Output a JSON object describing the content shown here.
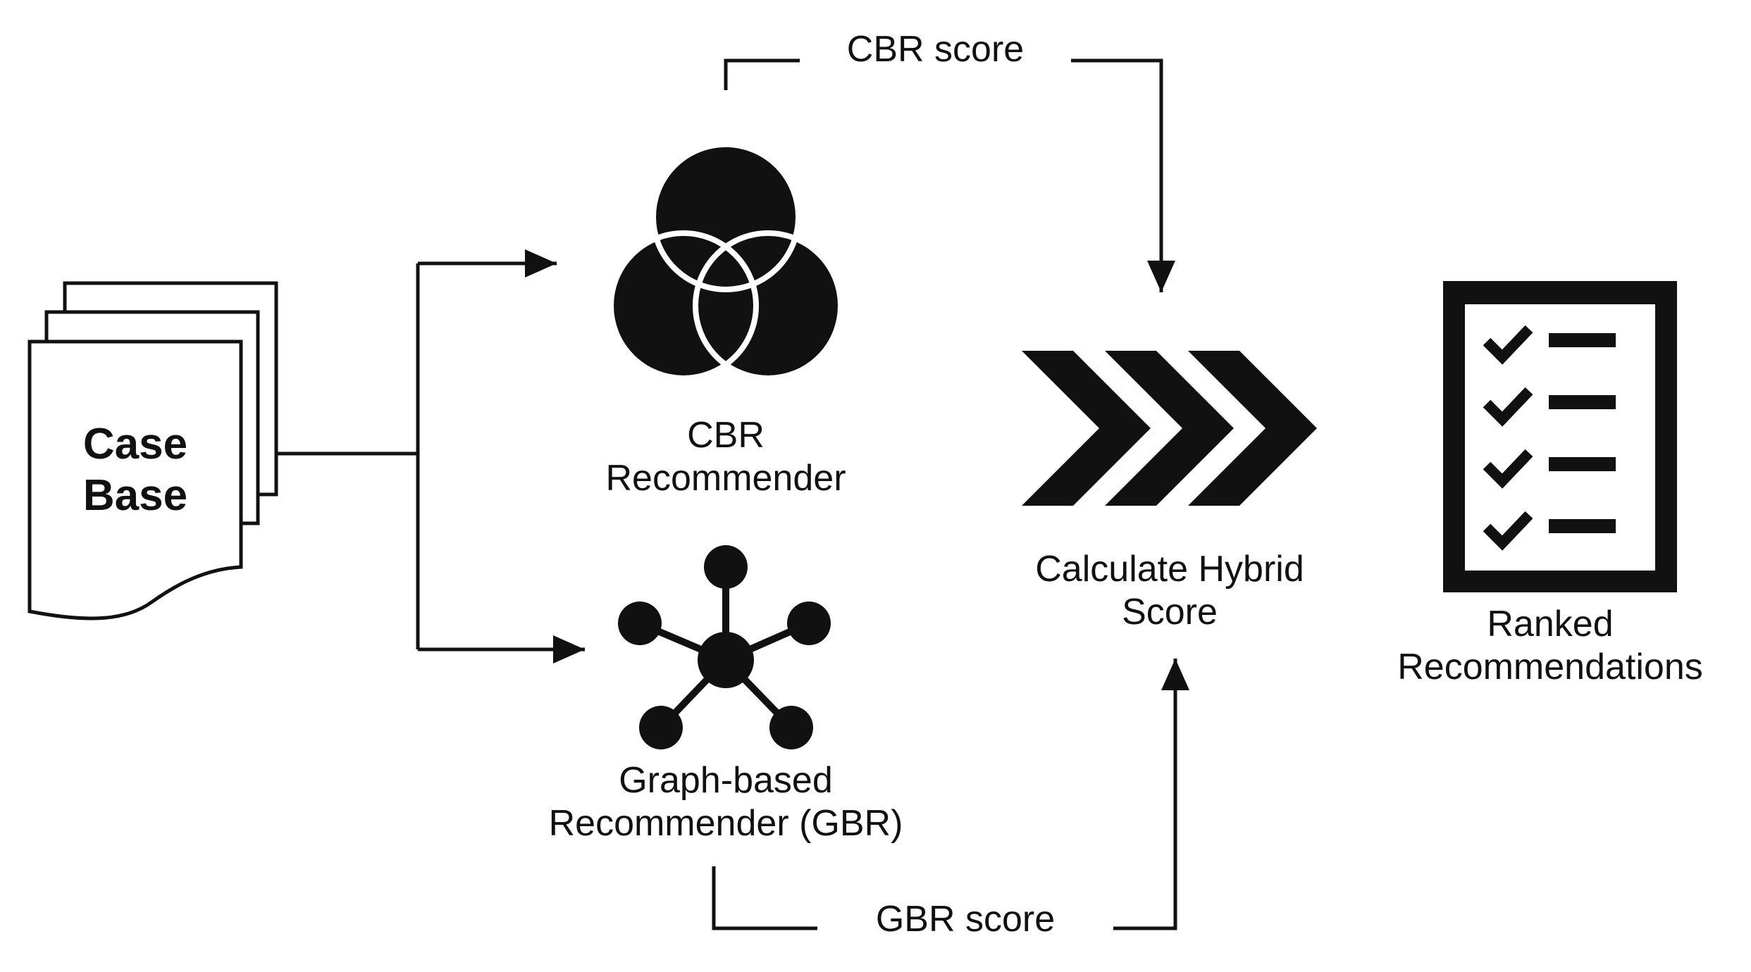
{
  "case_base": {
    "line1": "Case",
    "line2": "Base"
  },
  "cbr_score_label": "CBR score",
  "gbr_score_label": "GBR score",
  "cbr_recommender": {
    "line1": "CBR",
    "line2": "Recommender"
  },
  "gbr_recommender": {
    "line1": "Graph-based",
    "line2": "Recommender (GBR)"
  },
  "hybrid": {
    "line1": "Calculate Hybrid",
    "line2": "Score"
  },
  "ranked": {
    "line1": "Ranked",
    "line2": "Recommendations"
  },
  "checklist": {
    "items": 4
  },
  "colors": {
    "ink": "#111111",
    "background": "#ffffff"
  }
}
